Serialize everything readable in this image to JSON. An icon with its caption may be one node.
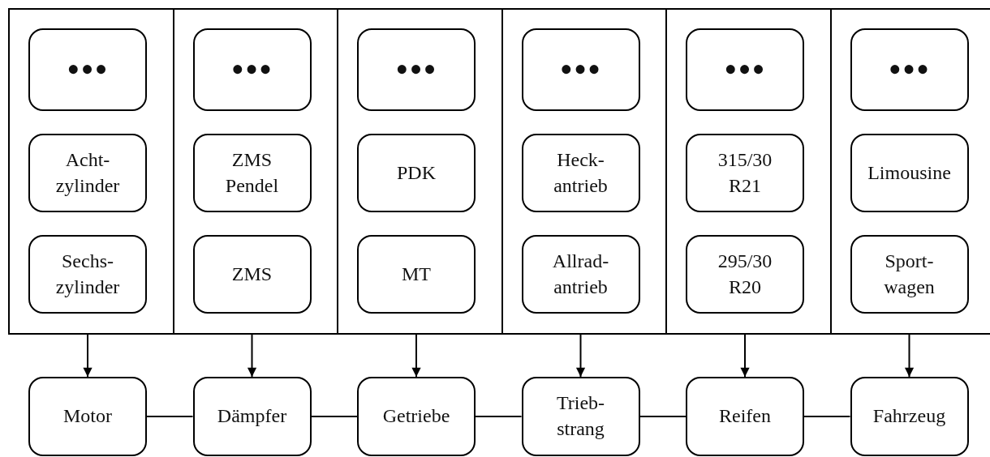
{
  "diagram": {
    "nodes": [
      {
        "text": [],
        "shape": "box"
      },
      {
        "text": [
          "•••"
        ],
        "in": 0
      },
      {
        "text": [
          "Acht- zylinder"
        ],
        "in": 0
      },
      {
        "text": [
          "Sechs- zylinder"
        ],
        "in": 0
      },
      {
        "text": [],
        "shape": "box"
      },
      {
        "text": [
          "•••"
        ],
        "in": 4
      },
      {
        "text": [
          "ZMS Pendel"
        ],
        "in": 4
      },
      {
        "text": [
          "ZMS"
        ],
        "in": 4
      },
      {
        "text": [],
        "shape": "box"
      },
      {
        "text": [
          "•••"
        ],
        "in": 8
      },
      {
        "text": [
          "PDK"
        ],
        "in": 8
      },
      {
        "text": [
          "MT"
        ],
        "in": 8
      },
      {
        "text": [],
        "shape": "box"
      },
      {
        "text": [
          "•••"
        ],
        "in": 12
      },
      {
        "text": [
          "Heck- antrieb"
        ],
        "in": 12
      },
      {
        "text": [
          "Allrad- antrieb"
        ],
        "in": 12
      },
      {
        "text": [],
        "shape": "box"
      },
      {
        "text": [
          "•••"
        ],
        "in": 16
      },
      {
        "text": [
          "315/30 R21"
        ],
        "in": 16
      },
      {
        "text": [
          "295/30 R20"
        ],
        "in": 16
      },
      {
        "text": [],
        "shape": "box"
      },
      {
        "text": [
          "•••"
        ],
        "in": 20
      },
      {
        "text": [
          "Limousine"
        ],
        "in": 20
      },
      {
        "text": [
          "Sport- wagen"
        ],
        "in": 20
      },
      {
        "text": [
          "Motor"
        ]
      },
      {
        "text": [
          "Dämpfer"
        ]
      },
      {
        "text": [
          "Getriebe"
        ]
      },
      {
        "text": [
          "Trieb- strang"
        ]
      },
      {
        "text": [
          "Reifen"
        ]
      },
      {
        "text": [
          "Fahrzeug"
        ]
      }
    ],
    "edges": [
      {
        "from": 0,
        "to": 24,
        "arrow": "to"
      },
      {
        "from": 4,
        "to": 25,
        "arrow": "to"
      },
      {
        "from": 8,
        "to": 26,
        "arrow": "to"
      },
      {
        "from": 12,
        "to": 27,
        "arrow": "to"
      },
      {
        "from": 16,
        "to": 28,
        "arrow": "to"
      },
      {
        "from": 20,
        "to": 29,
        "arrow": "to"
      },
      {
        "from": 24,
        "to": 25,
        "arrow": "none"
      },
      {
        "from": 25,
        "to": 26,
        "arrow": "none"
      },
      {
        "from": 26,
        "to": 27,
        "arrow": "none"
      },
      {
        "from": 27,
        "to": 28,
        "arrow": "none"
      },
      {
        "from": 28,
        "to": 29,
        "arrow": "none"
      }
    ]
  }
}
